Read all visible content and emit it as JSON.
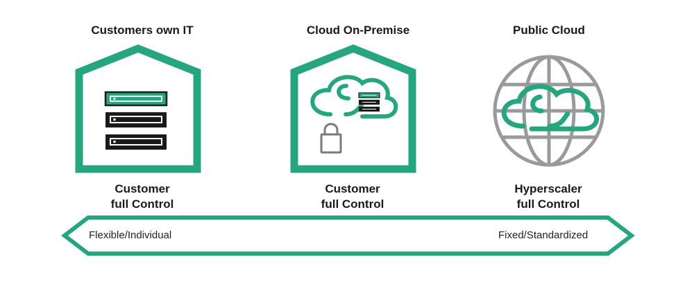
{
  "colors": {
    "accent": "#26A67F",
    "dark": "#1a1a1a",
    "globe": "#9a9a9a",
    "lock": "#7a7a7a"
  },
  "columns": [
    {
      "title": "Customers own IT",
      "caption_line1": "Customer",
      "caption_line2": "full Control",
      "icon": "house-server-icon"
    },
    {
      "title": "Cloud On-Premise",
      "caption_line1": "Customer",
      "caption_line2": "full Control",
      "icon": "house-cloud-lock-icon"
    },
    {
      "title": "Public Cloud",
      "caption_line1": "Hyperscaler",
      "caption_line2": "full Control",
      "icon": "globe-cloud-icon"
    }
  ],
  "spectrum": {
    "left_label": "Flexible/Individual",
    "right_label": "Fixed/Standardized",
    "icon": "double-arrow-icon"
  }
}
